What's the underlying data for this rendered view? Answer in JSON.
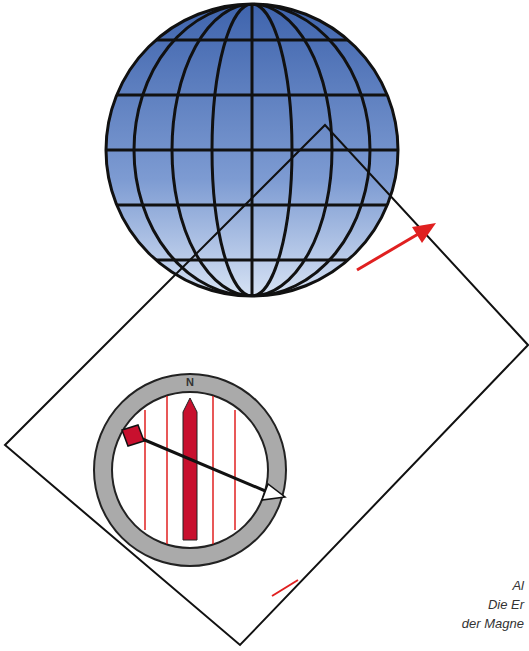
{
  "diagram": {
    "labels": [
      "N",
      "Al",
      "Die Er",
      "der Magne"
    ]
  }
}
